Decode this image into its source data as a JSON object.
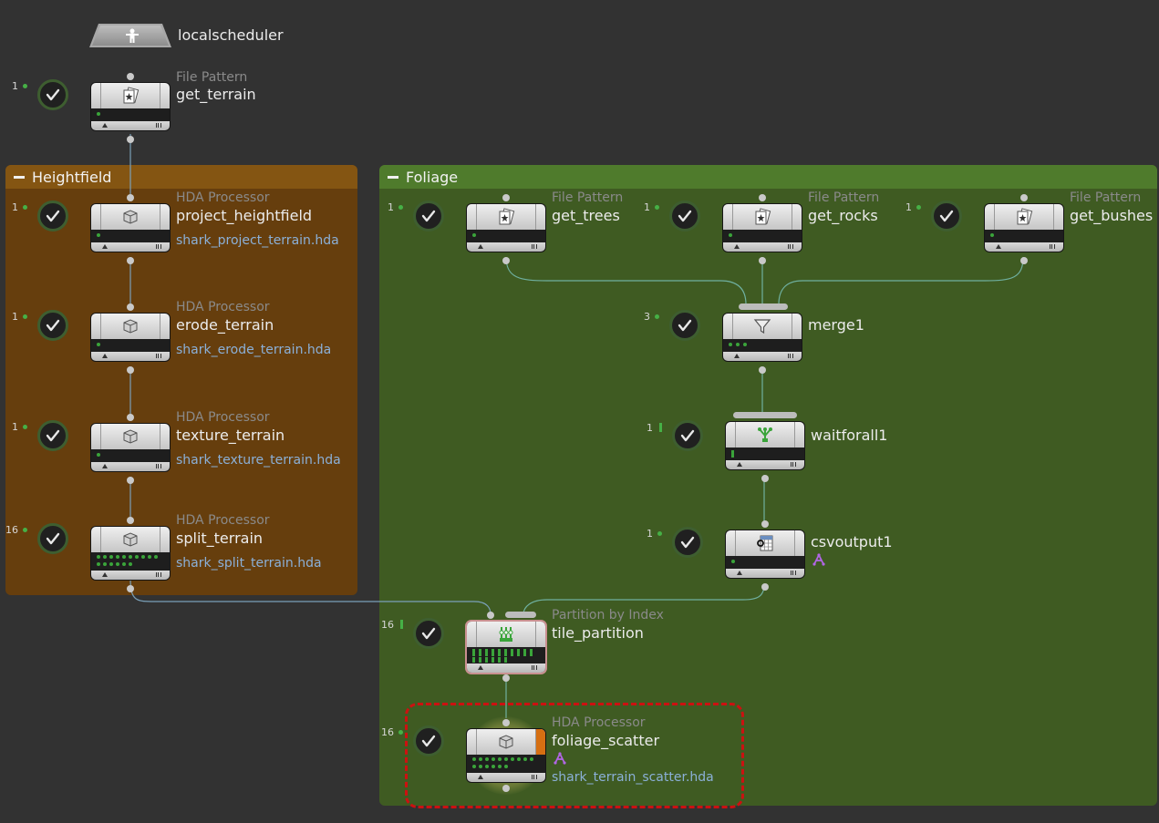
{
  "scheduler": {
    "name": "localscheduler"
  },
  "netboxes": {
    "heightfield": {
      "title": "Heightfield",
      "color": "#663e0d",
      "header_color": "#845512"
    },
    "foliage": {
      "title": "Foliage",
      "color": "#3f5b22",
      "header_color": "#4f7b2c"
    }
  },
  "nodes": {
    "get_terrain": {
      "type": "File Pattern",
      "name": "get_terrain",
      "count": "1"
    },
    "project_heightfield": {
      "type": "HDA Processor",
      "name": "project_heightfield",
      "hda": "shark_project_terrain.hda",
      "count": "1"
    },
    "erode_terrain": {
      "type": "HDA Processor",
      "name": "erode_terrain",
      "hda": "shark_erode_terrain.hda",
      "count": "1"
    },
    "texture_terrain": {
      "type": "HDA Processor",
      "name": "texture_terrain",
      "hda": "shark_texture_terrain.hda",
      "count": "1"
    },
    "split_terrain": {
      "type": "HDA Processor",
      "name": "split_terrain",
      "hda": "shark_split_terrain.hda",
      "count": "16"
    },
    "get_trees": {
      "type": "File Pattern",
      "name": "get_trees",
      "count": "1"
    },
    "get_rocks": {
      "type": "File Pattern",
      "name": "get_rocks",
      "count": "1"
    },
    "get_bushes": {
      "type": "File Pattern",
      "name": "get_bushes",
      "count": "1"
    },
    "merge1": {
      "name": "merge1",
      "count": "3"
    },
    "waitforall1": {
      "name": "waitforall1",
      "count": "1"
    },
    "csvoutput1": {
      "name": "csvoutput1",
      "count": "1"
    },
    "tile_partition": {
      "type": "Partition by Index",
      "name": "tile_partition",
      "count": "16"
    },
    "foliage_scatter": {
      "type": "HDA Processor",
      "name": "foliage_scatter",
      "hda": "shark_terrain_scatter.hda",
      "count": "16"
    }
  },
  "colors": {
    "work_item_green": "#3aa43a",
    "hda_link": "#8bb0d8",
    "selection": "#cc1111",
    "wire": "#7aa0b8"
  }
}
